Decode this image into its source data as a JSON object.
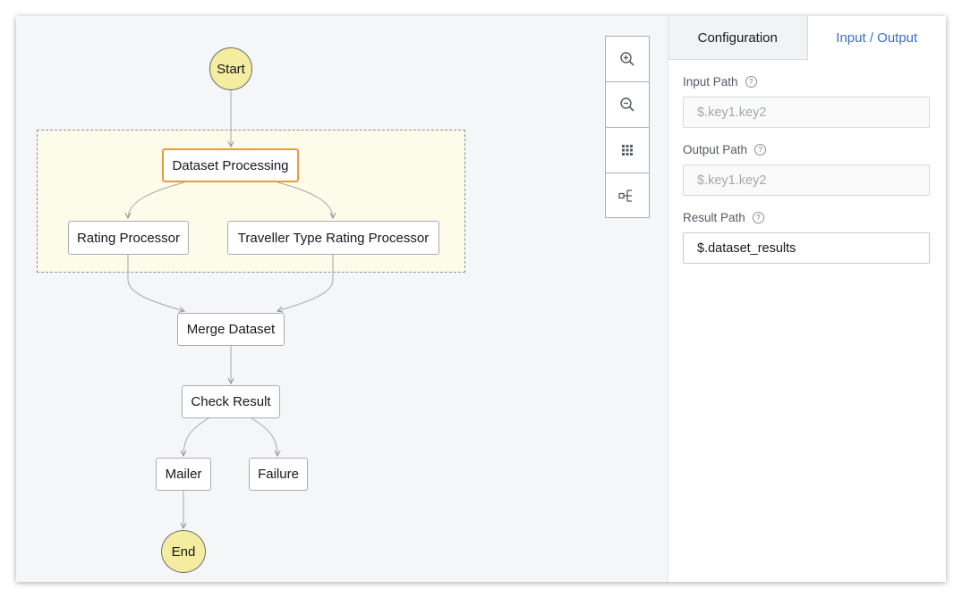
{
  "graph": {
    "start": "Start",
    "end": "End",
    "states": {
      "dataset_processing": "Dataset Processing",
      "rating_processor": "Rating Processor",
      "traveller_type_rating_processor": "Traveller Type Rating Processor",
      "merge_dataset": "Merge Dataset",
      "check_result": "Check Result",
      "mailer": "Mailer",
      "failure": "Failure"
    },
    "selected_state": "Dataset Processing"
  },
  "zoom_controls": {
    "icons": [
      "zoom-in-icon",
      "zoom-out-icon",
      "grid-icon",
      "flow-layout-icon"
    ]
  },
  "panel": {
    "tabs": {
      "configuration": "Configuration",
      "input_output": "Input / Output"
    },
    "active_tab": "Input / Output",
    "fields": {
      "input_path": {
        "label": "Input Path",
        "value": "",
        "placeholder": "$.key1.key2"
      },
      "output_path": {
        "label": "Output Path",
        "value": "",
        "placeholder": "$.key1.key2"
      },
      "result_path": {
        "label": "Result Path",
        "value": "$.dataset_results",
        "placeholder": ""
      }
    },
    "help_glyph": "?"
  },
  "colors": {
    "canvas_bg": "#f5f6f8",
    "parallel_bg": "#fdfbea",
    "terminal_fill": "#f4ec9e",
    "selected_border": "#eb9a3c",
    "active_tab_text": "#3b6fc4"
  }
}
